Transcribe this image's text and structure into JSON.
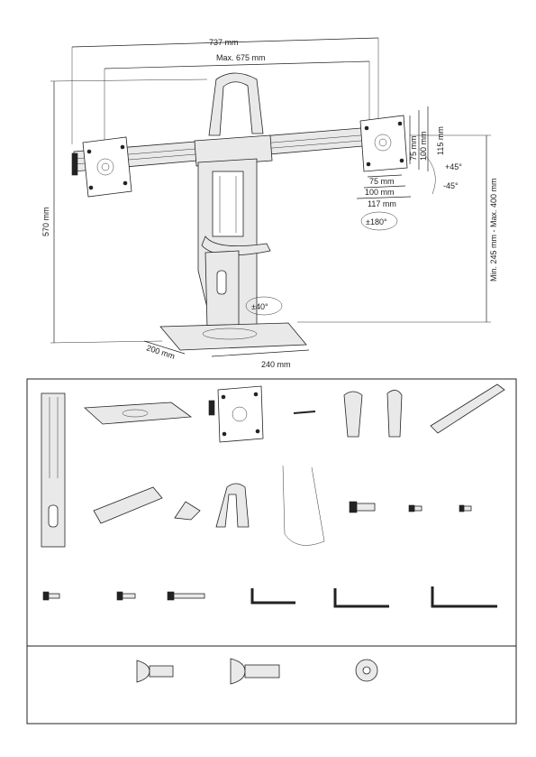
{
  "diagram": {
    "dimensions": {
      "total_width": "737 mm",
      "max_width": "Max. 675 mm",
      "height": "570 mm",
      "height_adjust": "Min. 245 mm - Max. 400 mm",
      "base_depth": "200 mm",
      "base_width": "240 mm",
      "bracket_75": "75 mm",
      "bracket_100": "100 mm",
      "bracket_115": "115 mm",
      "bracket_75_h": "75 mm",
      "bracket_100_h": "100 mm",
      "bracket_117": "117 mm"
    },
    "angles": {
      "tilt_up": "+45°",
      "tilt_down": "-45°",
      "rotate": "±180°",
      "swivel": "±40°"
    }
  },
  "colors": {
    "line": "#222222",
    "part_fill": "#e9e9e9",
    "border": "#222222"
  }
}
